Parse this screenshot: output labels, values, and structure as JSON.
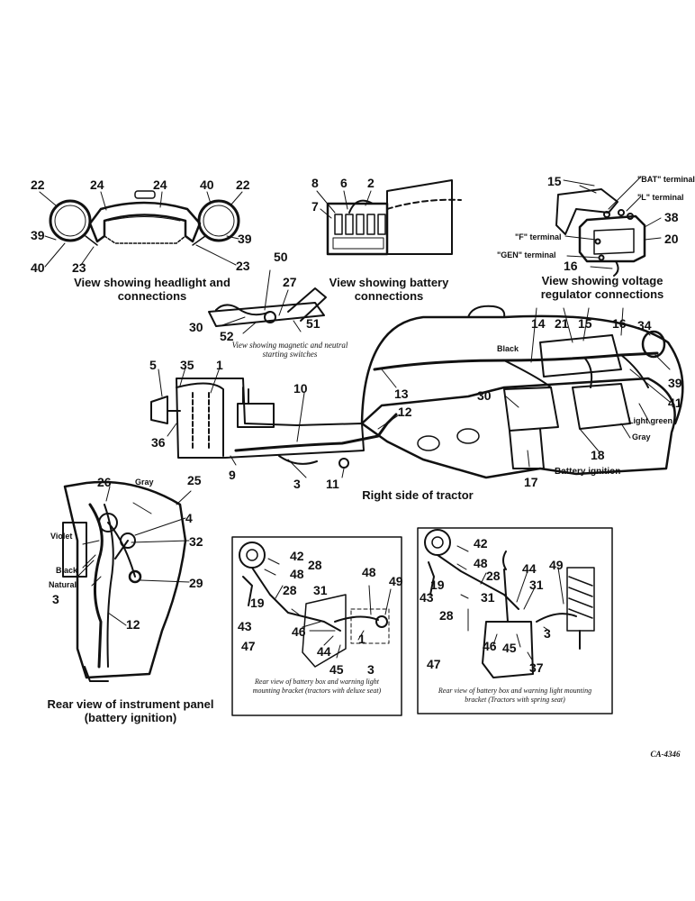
{
  "captions": {
    "headlight": "View showing headlight and connections",
    "battery": "View showing battery connections",
    "regulator": "View showing voltage regulator connections",
    "switches": "View showing magnetic and neutral starting switches",
    "right_side": "Right side of tractor",
    "instrument": "Rear view of instrument panel (battery ignition)",
    "deluxe": "Rear view of battery box and warning light mounting bracket (tractors with deluxe seat)",
    "spring": "Rear view of battery box and warning light mounting bracket (Tractors with spring seat)",
    "battery_ignition": "Battery ignition",
    "code": "CA-4346"
  },
  "terminals": {
    "bat": "\"BAT\" terminal",
    "l": "\"L\" terminal",
    "f": "\"F\" terminal",
    "gen": "\"GEN\" terminal"
  },
  "wire_colors": {
    "black_top": "Black",
    "light_green": "Light green",
    "gray_right": "Gray",
    "gray_panel": "Gray",
    "violet": "Violet",
    "black_panel": "Black",
    "natural": "Natural"
  },
  "callouts": {
    "head_22a": "22",
    "head_24a": "24",
    "head_24b": "24",
    "head_40a": "40",
    "head_22b": "22",
    "head_39a": "39",
    "head_40b": "40",
    "head_23a": "23",
    "head_39b": "39",
    "head_23b": "23",
    "bat_8": "8",
    "bat_6": "6",
    "bat_2": "2",
    "bat_7": "7",
    "reg_15": "15",
    "reg_38": "38",
    "reg_20": "20",
    "reg_16": "16",
    "sw_50": "50",
    "sw_27": "27",
    "sw_30": "30",
    "sw_52": "52",
    "sw_51": "51",
    "tr_14": "14",
    "tr_21": "21",
    "tr_15": "15",
    "tr_16": "16",
    "tr_34": "34",
    "tr_39": "39",
    "tr_41": "41",
    "tr_5": "5",
    "tr_35": "35",
    "tr_1": "1",
    "tr_10": "10",
    "tr_13": "13",
    "tr_12": "12",
    "tr_30": "30",
    "tr_36": "36",
    "tr_9": "9",
    "tr_3": "3",
    "tr_11": "11",
    "tr_18": "18",
    "tr_17": "17",
    "ip_26": "26",
    "ip_25": "25",
    "ip_4": "4",
    "ip_32": "32",
    "ip_29": "29",
    "ip_3": "3",
    "ip_12": "12",
    "d_42": "42",
    "d_28a": "28",
    "d_48a": "48",
    "d_19": "19",
    "d_28b": "28",
    "d_31": "31",
    "d_43": "43",
    "d_47": "47",
    "d_46": "46",
    "d_44": "44",
    "d_45": "45",
    "d_48b": "48",
    "d_49": "49",
    "d_1": "1",
    "d_3": "3",
    "s_42": "42",
    "s_48": "48",
    "s_28a": "28",
    "s_19": "19",
    "s_43": "43",
    "s_28b": "28",
    "s_31a": "31",
    "s_44": "44",
    "s_31b": "31",
    "s_49": "49",
    "s_3": "3",
    "s_47": "47",
    "s_46": "46",
    "s_45": "45",
    "s_37": "37"
  }
}
